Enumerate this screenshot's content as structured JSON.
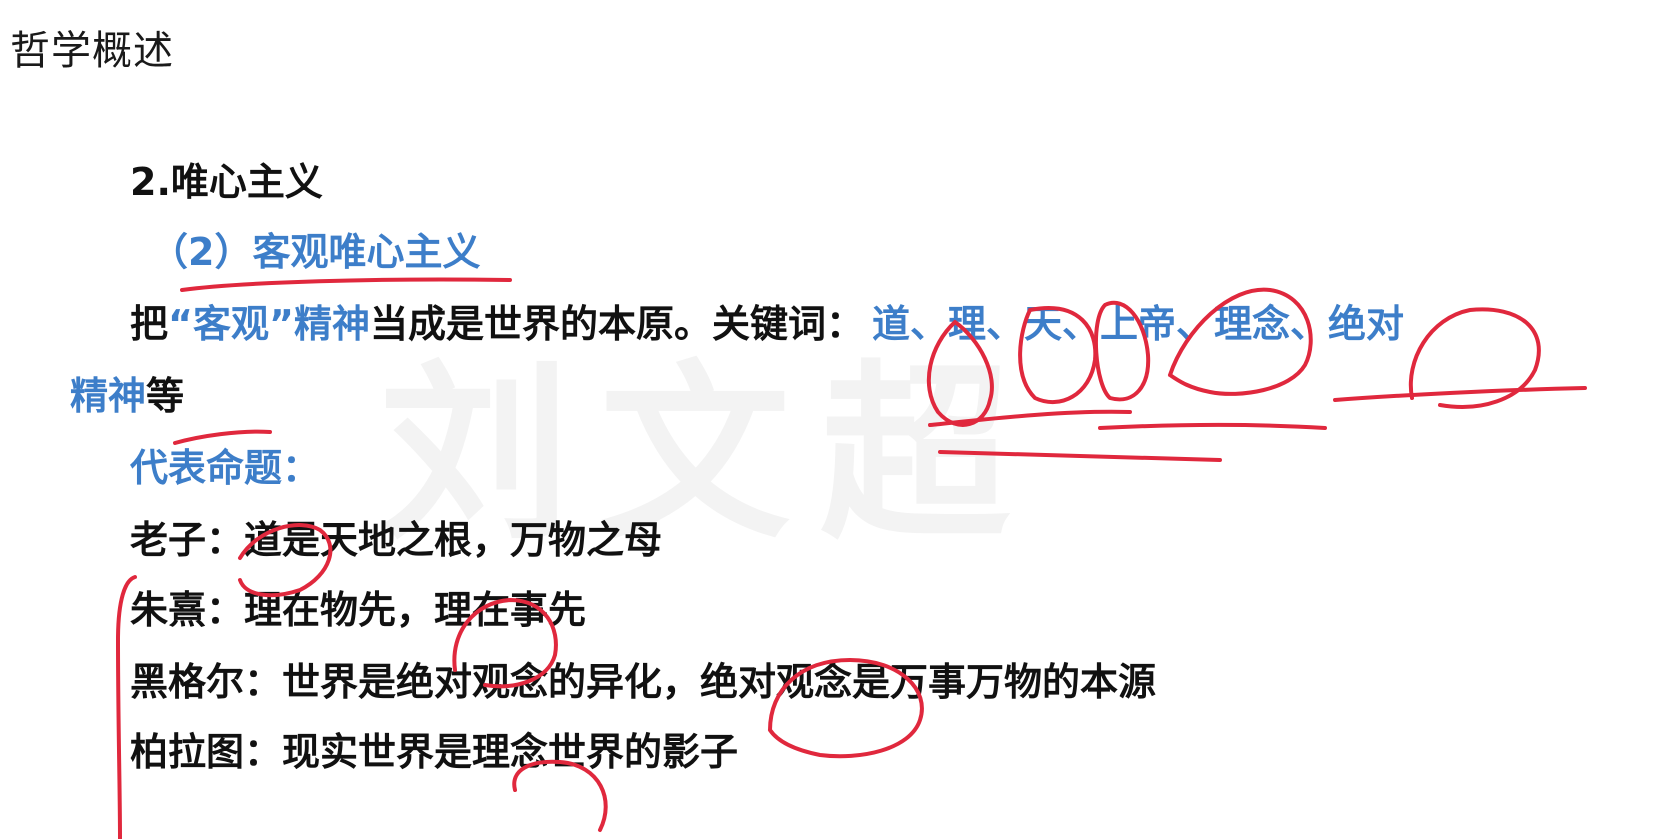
{
  "page": {
    "title": "哲学概述",
    "watermark": "刘文超"
  },
  "section": {
    "heading": "2.唯心主义",
    "subheading": "（2）客观唯心主义"
  },
  "definition": {
    "prefix": "把",
    "quoted": "“客观”精神",
    "middle": "当成是世界的本原。关键词：",
    "keywords_line1": "道、理、天、上帝、理念、绝对",
    "keywords_line2": "精神",
    "suffix": "等"
  },
  "propositions": {
    "label": "代表命题：",
    "items": [
      {
        "speaker": "老子",
        "sep": "：",
        "text": "道是天地之根，万物之母"
      },
      {
        "speaker": "朱熹",
        "sep": "：",
        "text": "理在物先，理在事先"
      },
      {
        "speaker": "黑格尔",
        "sep": "：",
        "text": "世界是绝对观念的异化，绝对观念是万事万物的本源"
      },
      {
        "speaker": "柏拉图",
        "sep": "：",
        "text": "现实世界是理念世界的影子"
      }
    ]
  },
  "colors": {
    "keyword_blue": "#3d7ec9",
    "annotation_red": "#e0283d",
    "text": "#111111"
  }
}
